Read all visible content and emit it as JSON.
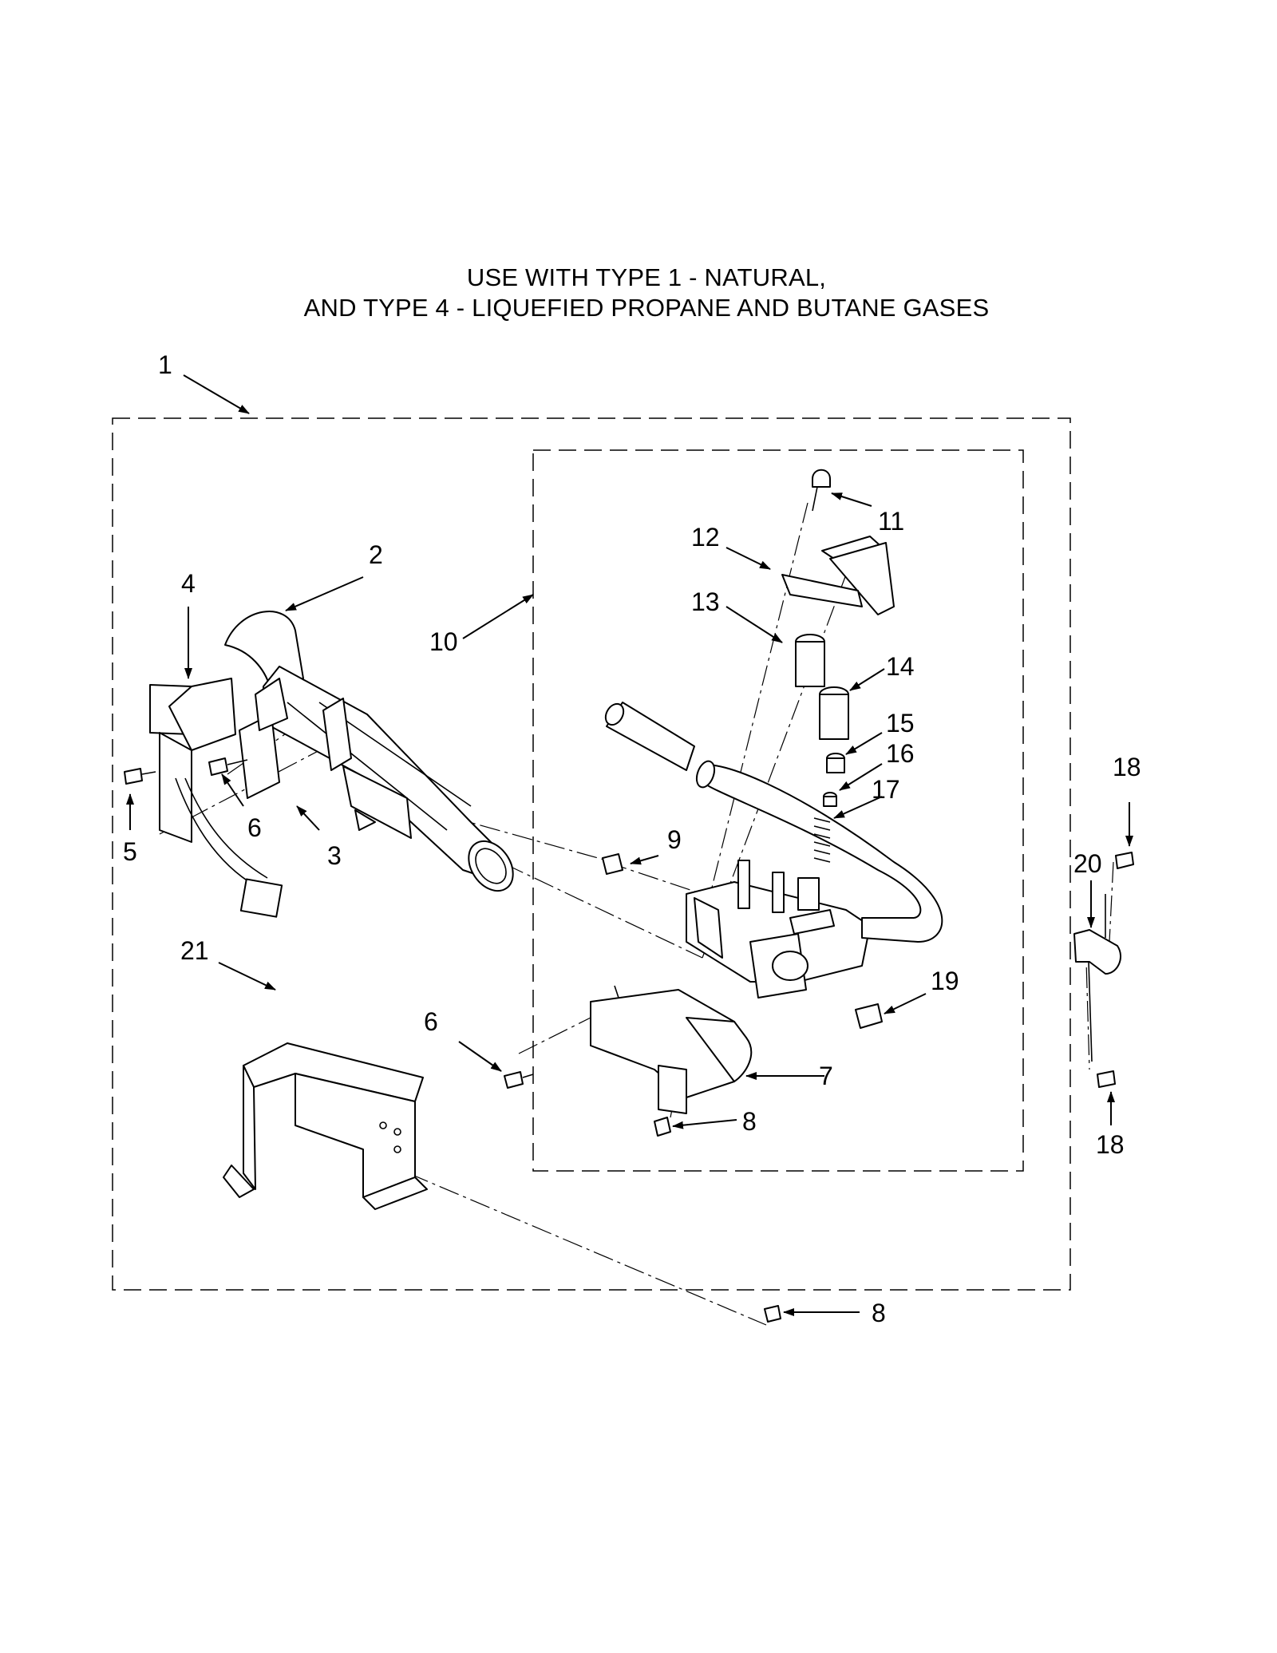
{
  "header": {
    "line1": "USE WITH TYPE 1 - NATURAL,",
    "line2": "AND TYPE 4 - LIQUEFIED PROPANE AND BUTANE GASES"
  },
  "callouts": [
    {
      "id": "c1",
      "label": "1"
    },
    {
      "id": "c2",
      "label": "2"
    },
    {
      "id": "c3",
      "label": "3"
    },
    {
      "id": "c4",
      "label": "4"
    },
    {
      "id": "c5",
      "label": "5"
    },
    {
      "id": "c6a",
      "label": "6"
    },
    {
      "id": "c6b",
      "label": "6"
    },
    {
      "id": "c7",
      "label": "7"
    },
    {
      "id": "c8a",
      "label": "8"
    },
    {
      "id": "c8b",
      "label": "8"
    },
    {
      "id": "c9",
      "label": "9"
    },
    {
      "id": "c10",
      "label": "10"
    },
    {
      "id": "c11",
      "label": "11"
    },
    {
      "id": "c12",
      "label": "12"
    },
    {
      "id": "c13",
      "label": "13"
    },
    {
      "id": "c14",
      "label": "14"
    },
    {
      "id": "c15",
      "label": "15"
    },
    {
      "id": "c16",
      "label": "16"
    },
    {
      "id": "c17",
      "label": "17"
    },
    {
      "id": "c18a",
      "label": "18"
    },
    {
      "id": "c18b",
      "label": "18"
    },
    {
      "id": "c19",
      "label": "19"
    },
    {
      "id": "c20",
      "label": "20"
    },
    {
      "id": "c21",
      "label": "21"
    }
  ]
}
